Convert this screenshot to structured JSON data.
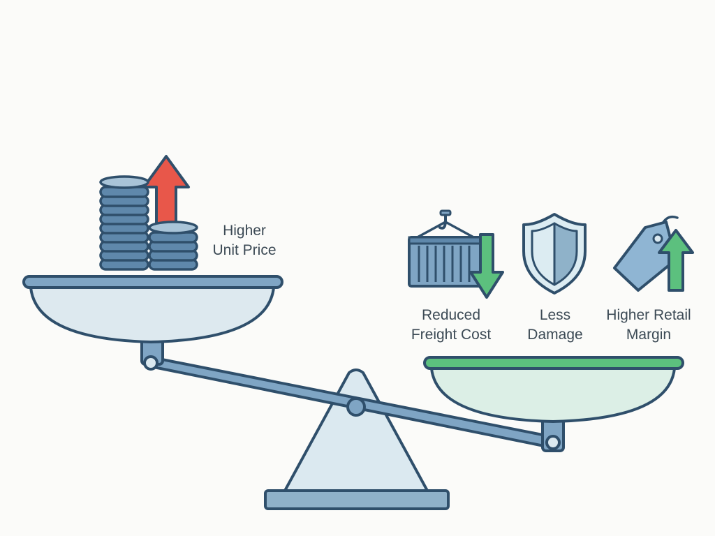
{
  "left_side": {
    "label_line1": "Higher",
    "label_line2": "Unit Price"
  },
  "right_side": {
    "items": [
      {
        "label_line1": "Reduced",
        "label_line2": "Freight Cost"
      },
      {
        "label_line1": "Less",
        "label_line2": "Damage"
      },
      {
        "label_line1": "Higher Retail",
        "label_line2": "Margin"
      }
    ]
  },
  "colors": {
    "outline": "#2f4f6b",
    "beam": "#7fa5c4",
    "pan_fill": "#dde9ef",
    "pan_right_fill": "#dcefe6",
    "green_accent": "#5cc07e",
    "red_arrow": "#e8574a",
    "coin_fill": "#5f88ab",
    "shield_light": "#dcecf2",
    "shield_mid": "#8fb2c9",
    "tag_fill": "#8fb5d3"
  }
}
